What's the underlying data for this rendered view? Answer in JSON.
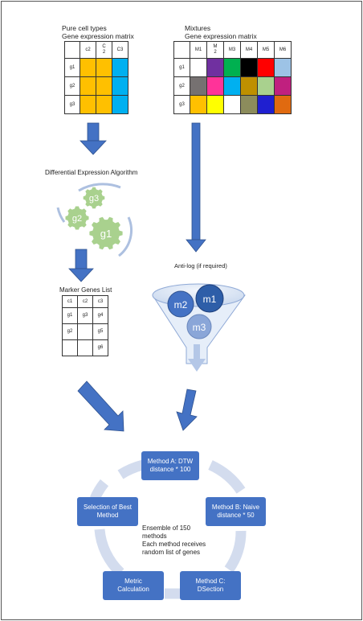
{
  "pure": {
    "title": "Pure cell types",
    "subtitle": "Gene expression matrix",
    "headers": [
      "",
      "c2",
      "C\n2",
      "C3"
    ],
    "rows": [
      {
        "label": "g1",
        "colors": [
          "#ffc000",
          "#ffc000",
          "#00b0f0"
        ]
      },
      {
        "label": "g2",
        "colors": [
          "#ffc000",
          "#ffc000",
          "#00b0f0"
        ]
      },
      {
        "label": "g3",
        "colors": [
          "#ffc000",
          "#ffc000",
          "#00b0f0"
        ]
      }
    ]
  },
  "mixtures": {
    "title": "Mixtures",
    "subtitle": "Gene expression matrix",
    "headers": [
      "",
      "M1",
      "M\n2",
      "M3",
      "M4",
      "M5",
      "M6"
    ],
    "rows": [
      {
        "label": "g1",
        "colors": [
          "#ffffff",
          "#7030a0",
          "#00b050",
          "#000000",
          "#ff0000",
          "#9dc3e6"
        ]
      },
      {
        "label": "g2",
        "colors": [
          "#767171",
          "#ff3399",
          "#00b0f0",
          "#bf9000",
          "#a9d18e",
          "#c0207f"
        ]
      },
      {
        "label": "g3",
        "colors": [
          "#ffc000",
          "#ffff00",
          "#ffffff",
          "#8c8c5c",
          "#1f1fd0",
          "#e06a10"
        ]
      }
    ]
  },
  "algorithm_label": "Differential Expression Algorithm",
  "gears": [
    "g3",
    "g2",
    "g1"
  ],
  "antilog_label": "Anti-log (if required)",
  "funnel_circles": [
    "m2",
    "m1",
    "m3"
  ],
  "marker": {
    "title": "Marker Genes List",
    "rows": [
      [
        "c1",
        "c2",
        "c3"
      ],
      [
        "g1",
        "g3",
        "g4"
      ],
      [
        "g2",
        "",
        "g5"
      ],
      [
        "",
        "",
        "g6"
      ]
    ]
  },
  "methods": {
    "a": "Method A: DTW\ndistance * 100",
    "b": "Method B: Naive\ndistance * 50",
    "c": "Method C:\nDSection",
    "metric": "Metric\nCalculation",
    "selection": "Selection of Best\nMethod"
  },
  "ensemble_text": "Ensemble of 150\nmethods\nEach method receives\nrandom list of genes",
  "colors": {
    "accent": "#4472c4",
    "gear": "#a9d18e",
    "funnel_bg": "#dde8f6",
    "cycle": "#d3dcee"
  }
}
